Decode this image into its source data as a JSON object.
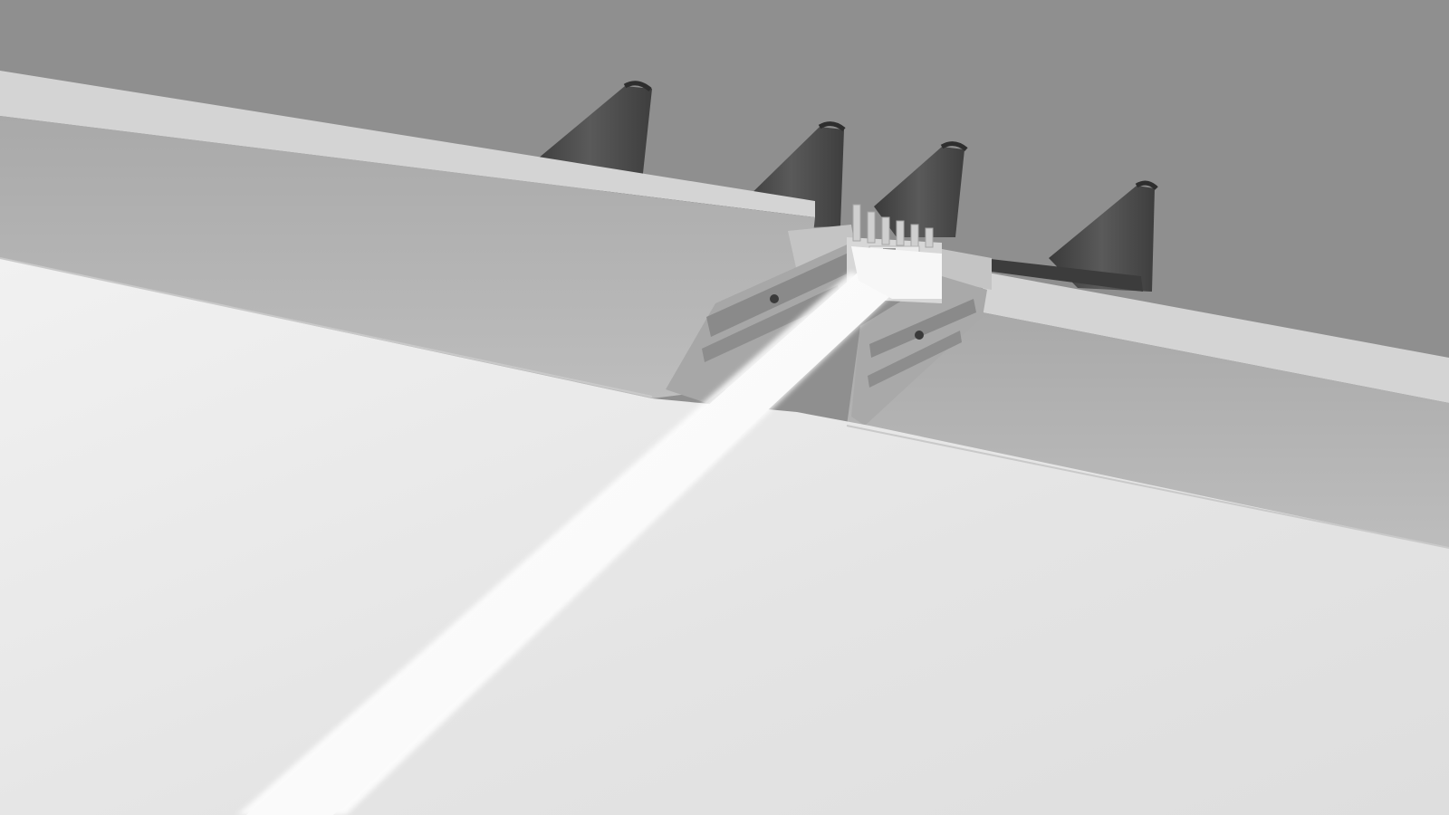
{
  "scene": {
    "subject": "recessed-led-aluminium-profile-in-drywall-ceiling",
    "colors": {
      "background": "#8f8f8f",
      "board_edge": "#d2d2d2",
      "board_side": "#b7b7b7",
      "ceiling_face": "#e6e6e6",
      "profile_aluminium": "#bcbcbc",
      "metal_channel": "#4b4b4b",
      "diffuser_glow": "#ffffff"
    },
    "components": [
      "ceiling-surface",
      "plasterboard-left",
      "plasterboard-right",
      "metal-furring-channels",
      "aluminium-profile",
      "heat-sink-fins",
      "led-strip",
      "light-diffuser"
    ]
  }
}
